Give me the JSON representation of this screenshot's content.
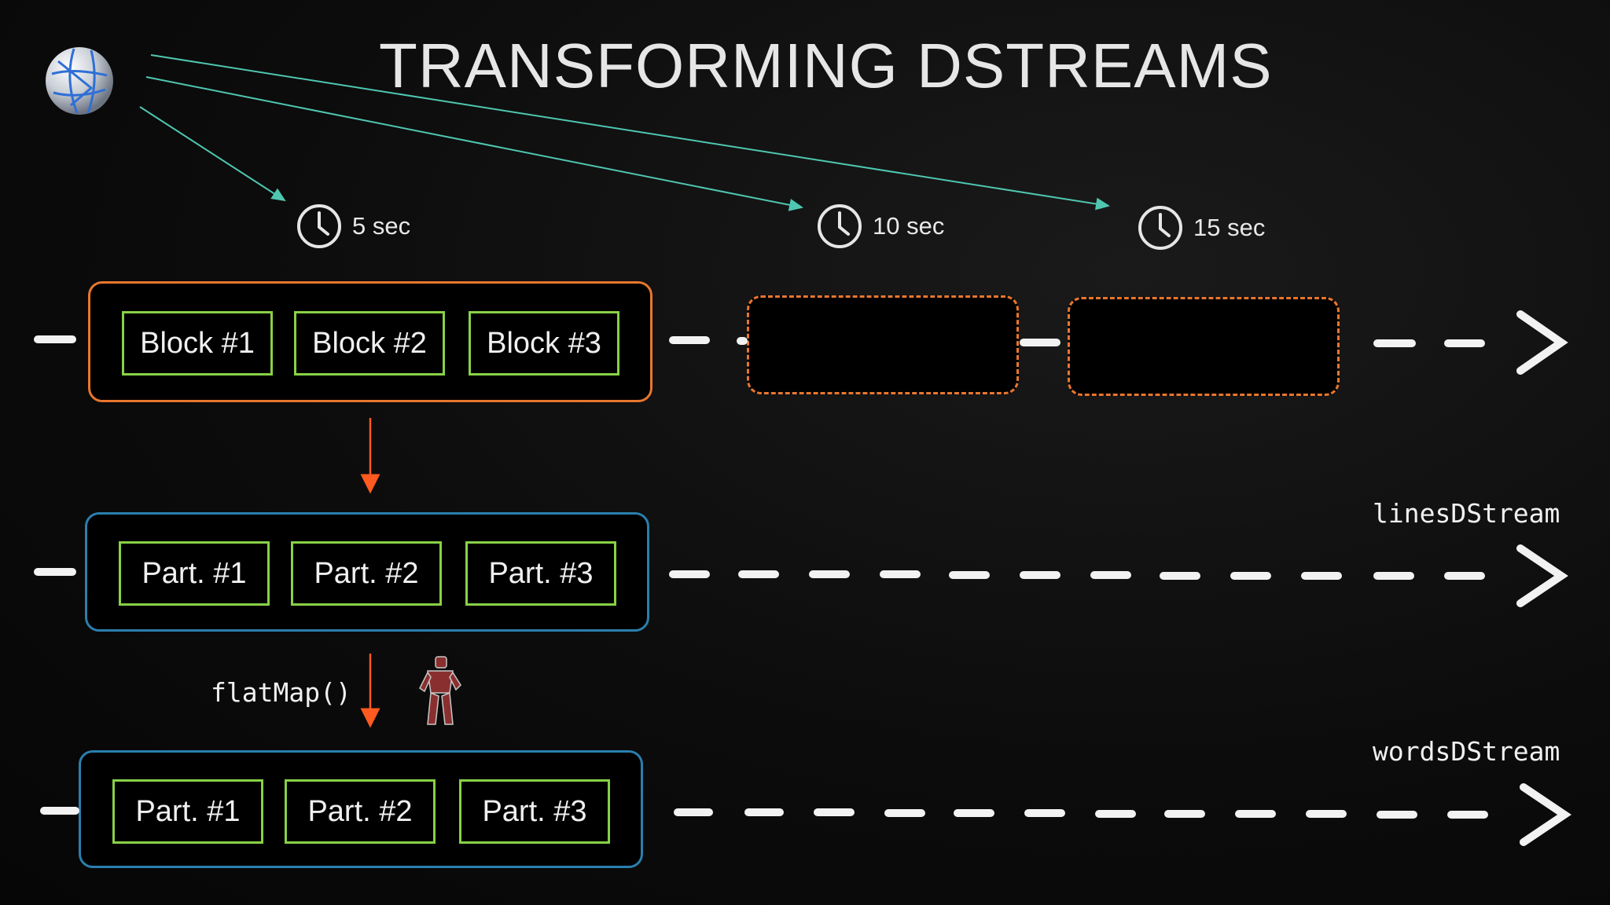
{
  "title": "TRANSFORMING DSTREAMS",
  "clocks": [
    {
      "label": "5 sec"
    },
    {
      "label": "10 sec"
    },
    {
      "label": "15 sec"
    }
  ],
  "rows": [
    {
      "stream_label": "",
      "cells": [
        "Block #1",
        "Block #2",
        "Block #3"
      ]
    },
    {
      "stream_label": "linesDStream",
      "cells": [
        "Part. #1",
        "Part. #2",
        "Part. #3"
      ]
    },
    {
      "stream_label": "wordsDStream",
      "cells": [
        "Part. #1",
        "Part. #2",
        "Part. #3"
      ]
    }
  ],
  "operation": "flatMap()",
  "colors": {
    "batch_border": "#e8762e",
    "dstream_border": "#2a7fae",
    "partition_border": "#88d146",
    "source_arrows": "#4fc7b0",
    "transform_arrows": "#ff5a1f"
  }
}
